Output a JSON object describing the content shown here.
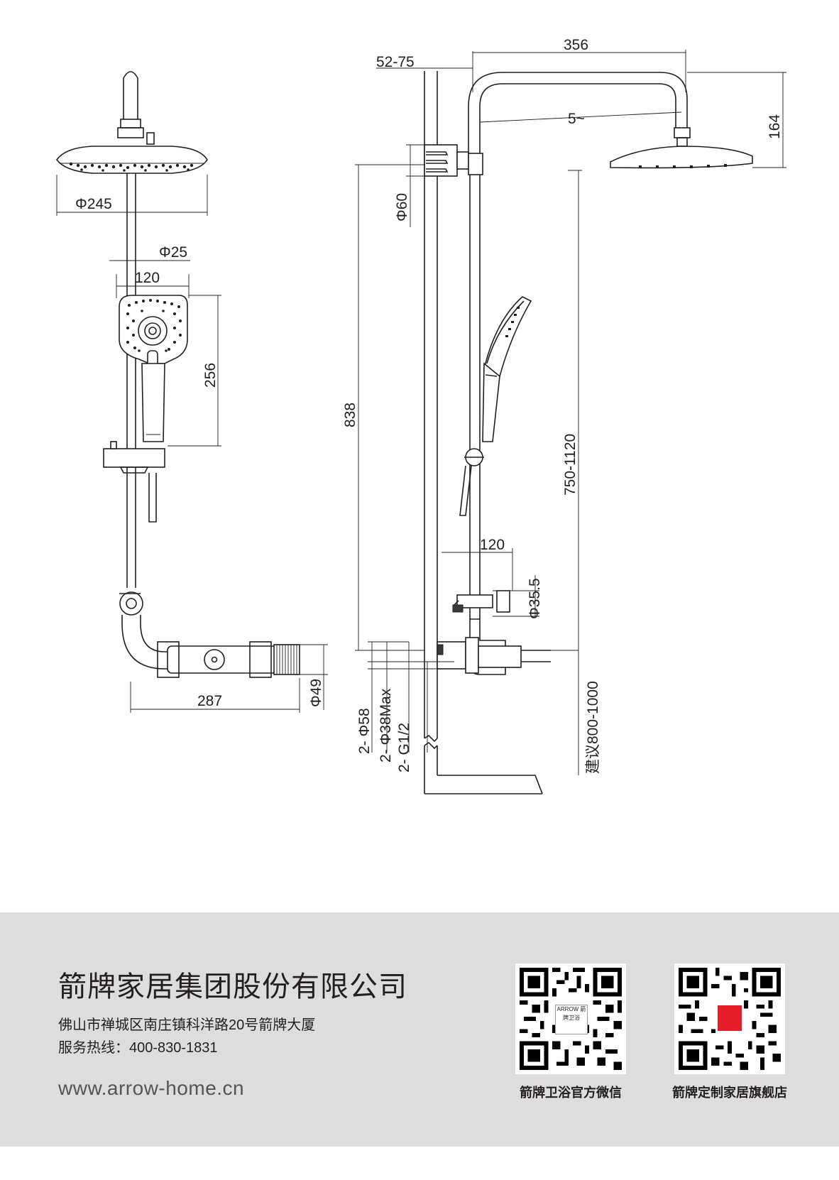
{
  "drawing": {
    "dimensions": {
      "head_diameter": "Φ245",
      "rail_diameter": "Φ25",
      "handheld_width_front": "120",
      "handheld_length": "256",
      "valve_width": "287",
      "valve_diameter": "Φ49",
      "wall_offset": "52-75",
      "arm_reach": "356",
      "head_drop": "164",
      "arm_tilt": "5~",
      "bracket_diameter": "Φ60",
      "total_height": "838",
      "handheld_height": "750-1120",
      "handheld_reach_side": "120",
      "outlet_diameter": "Φ35.5",
      "escutcheon": "2- Φ58",
      "pipe_max": "2- Φ38Max",
      "thread": "2- G1/2",
      "install_height": "建议800-1000"
    }
  },
  "footer": {
    "company": "箭牌家居集团股份有限公司",
    "address": "佛山市禅城区南庄镇科洋路20号箭牌大厦",
    "hotline": "服务热线：400-830-1831",
    "website": "www.arrow-home.cn",
    "qr_wechat_caption": "箭牌卫浴官方微信",
    "qr_wechat_logo": "ARROW 箭牌卫浴",
    "qr_store_caption": "箭牌定制家居旗舰店"
  }
}
